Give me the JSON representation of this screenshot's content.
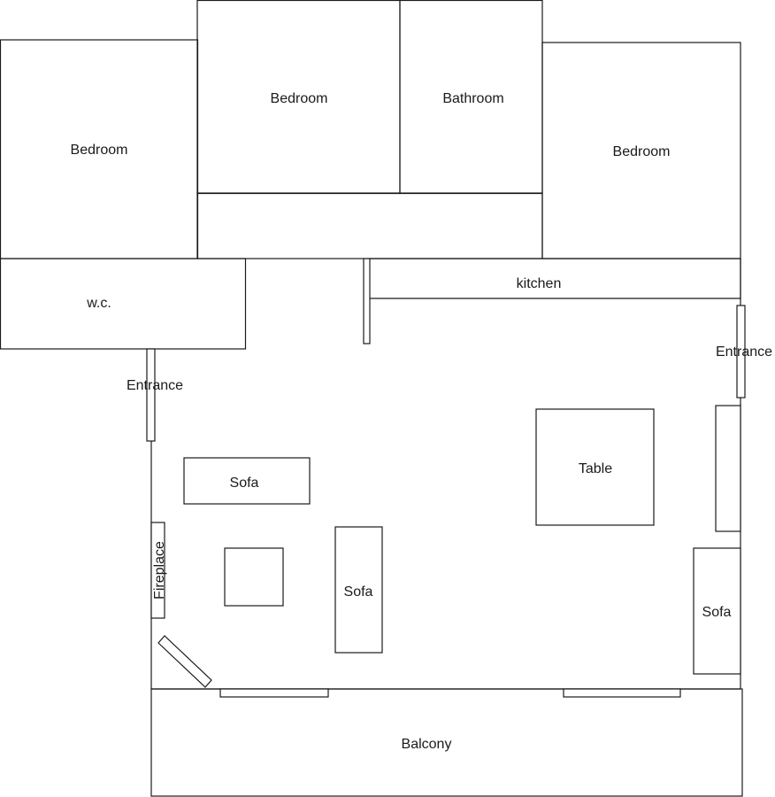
{
  "colors": {
    "line": "#1a1a1a",
    "background": "#ffffff"
  },
  "rooms": {
    "bedroom_left": "Bedroom",
    "bedroom_center": "Bedroom",
    "bathroom": "Bathroom",
    "bedroom_right": "Bedroom",
    "wc": "w.c.",
    "kitchen": "kitchen",
    "balcony": "Balcony"
  },
  "labels": {
    "entrance_left": "Entrance",
    "entrance_right": "Entrance",
    "fireplace": "Fireplace"
  },
  "furniture": {
    "sofa_top": "Sofa",
    "sofa_middle": "Sofa",
    "sofa_right": "Sofa",
    "table": "Table"
  }
}
